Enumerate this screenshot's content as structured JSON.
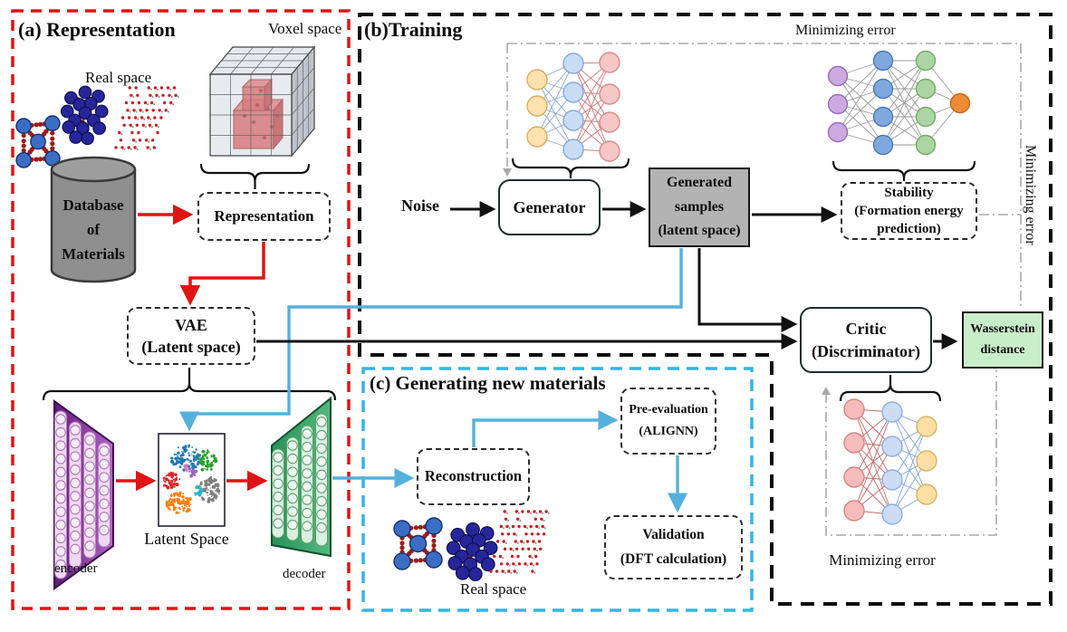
{
  "panel_a": {
    "title": "(a) Representation",
    "real_space_label": "Real space",
    "voxel_space_label": "Voxel space",
    "database_lines": [
      "Database",
      "of",
      "Materials"
    ],
    "representation_box": "Representation",
    "vae_lines": [
      "VAE",
      "(Latent space)"
    ],
    "latent_space_label": "Latent Space",
    "encoder_label": "encoder",
    "decoder_label": "decoder"
  },
  "panel_b": {
    "title": "(b)Training",
    "noise_label": "Noise",
    "generator_box": "Generator",
    "generated_samples_lines": [
      "Generated",
      "samples",
      "(latent space)"
    ],
    "stability_lines": [
      "Stability",
      "(Formation energy",
      "prediction)"
    ],
    "critic_lines": [
      "Critic",
      "(Discriminator)"
    ],
    "wasserstein_lines": [
      "Wasserstein",
      "distance"
    ],
    "minimizing_error_top": "Minimizing error",
    "minimizing_error_right": "Minimizing error",
    "minimizing_error_bottom": "Minimizing error"
  },
  "panel_c": {
    "title": "(c) Generating new materials",
    "reconstruction_box": "Reconstruction",
    "pre_evaluation_lines": [
      "Pre-evaluation",
      "(ALIGNN)"
    ],
    "validation_lines": [
      "Validation",
      "(DFT calculation)"
    ],
    "real_space_label": "Real space"
  },
  "colors": {
    "panel_a_border": "#df1313",
    "panel_b_border": "#0d0d0d",
    "panel_c_border": "#35b4e4",
    "red_arrow": "#df1414",
    "blue_arrow": "#55b0dc",
    "black_line": "#111111",
    "dashdot_gray": "#a0a0a0",
    "generated_box_fill": "#b3b3b3",
    "wasserstein_box_fill": "#c9edc9",
    "database_fill": "#8f8f8f"
  },
  "latent_scatter_colors": [
    "#1f77b4",
    "#2ca02c",
    "#d62728",
    "#ff7f0e",
    "#7f7f7f",
    "#9467bd",
    "#e377c2",
    "#17becf"
  ],
  "figures": [
    "crystal-structures-icon",
    "voxel-cube-icon",
    "database-cylinder-icon",
    "encoder-trapezoid-icon",
    "decoder-trapezoid-icon",
    "latent-scatter-icon",
    "generator-network-icon",
    "stability-network-icon",
    "critic-network-icon"
  ]
}
